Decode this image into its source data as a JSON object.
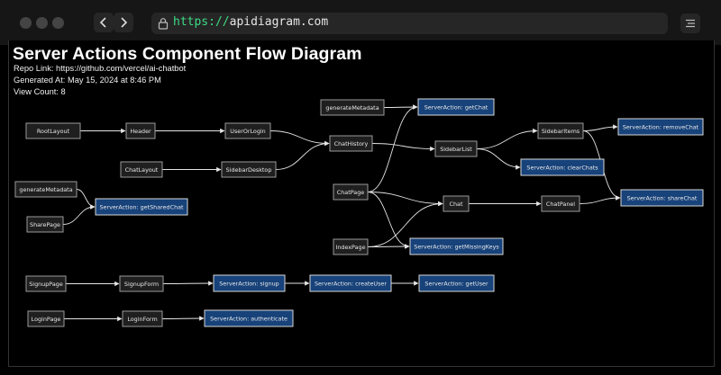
{
  "browser": {
    "url_scheme": "https://",
    "url_host": "apidiagram.com",
    "back_icon": "chevron-left-icon",
    "forward_icon": "chevron-right-icon",
    "lock_icon": "lock-icon",
    "menu_icon": "menu-icon"
  },
  "page": {
    "title": "Server Actions Component Flow Diagram",
    "repo_link": "Repo Link: https://github.com/vercel/ai-chatbot",
    "generated_at": "Generated At: May 15, 2024 at 8:46 PM",
    "view_count": "View Count: 8"
  },
  "colors": {
    "node_fill": "#1f1f1f",
    "action_fill": "#17427a",
    "edge": "#e4e4e4"
  },
  "diagram": {
    "nodes": [
      {
        "id": "rootlayout",
        "label": "RootLayout",
        "kind": "component"
      },
      {
        "id": "header",
        "label": "Header",
        "kind": "component"
      },
      {
        "id": "userorlogin",
        "label": "UserOrLogin",
        "kind": "component"
      },
      {
        "id": "chathistory",
        "label": "ChatHistory",
        "kind": "component"
      },
      {
        "id": "genmeta1",
        "label": "generateMetadata",
        "kind": "component"
      },
      {
        "id": "getchat",
        "label": "ServerAction: getChat",
        "kind": "action"
      },
      {
        "id": "sidebarlist",
        "label": "SidebarList",
        "kind": "component"
      },
      {
        "id": "sidebaritems",
        "label": "SidebarItems",
        "kind": "component"
      },
      {
        "id": "removechat",
        "label": "ServerAction: removeChat",
        "kind": "action"
      },
      {
        "id": "clearchats",
        "label": "ServerAction: clearChats",
        "kind": "action"
      },
      {
        "id": "chatlayout",
        "label": "ChatLayout",
        "kind": "component"
      },
      {
        "id": "sidebardesktop",
        "label": "SidebarDesktop",
        "kind": "component"
      },
      {
        "id": "genmeta2",
        "label": "generateMetadata",
        "kind": "component"
      },
      {
        "id": "getsharedchat",
        "label": "ServerAction: getSharedChat",
        "kind": "action"
      },
      {
        "id": "sharepage",
        "label": "SharePage",
        "kind": "component"
      },
      {
        "id": "chatpage",
        "label": "ChatPage",
        "kind": "component"
      },
      {
        "id": "chat",
        "label": "Chat",
        "kind": "component"
      },
      {
        "id": "chatpanel",
        "label": "ChatPanel",
        "kind": "component"
      },
      {
        "id": "sharechat",
        "label": "ServerAction: shareChat",
        "kind": "action"
      },
      {
        "id": "indexpage",
        "label": "IndexPage",
        "kind": "component"
      },
      {
        "id": "getmissingkeys",
        "label": "ServerAction: getMissingKeys",
        "kind": "action"
      },
      {
        "id": "signuppage",
        "label": "SignupPage",
        "kind": "component"
      },
      {
        "id": "signupform",
        "label": "SignupForm",
        "kind": "component"
      },
      {
        "id": "signup",
        "label": "ServerAction: signup",
        "kind": "action"
      },
      {
        "id": "createuser",
        "label": "ServerAction: createUser",
        "kind": "action"
      },
      {
        "id": "getuser",
        "label": "ServerAction: getUser",
        "kind": "action"
      },
      {
        "id": "loginpage",
        "label": "LoginPage",
        "kind": "component"
      },
      {
        "id": "loginform",
        "label": "LoginForm",
        "kind": "component"
      },
      {
        "id": "authenticate",
        "label": "ServerAction: authenticate",
        "kind": "action"
      }
    ],
    "edges": [
      [
        "rootlayout",
        "header"
      ],
      [
        "header",
        "userorlogin"
      ],
      [
        "userorlogin",
        "chathistory"
      ],
      [
        "chatlayout",
        "sidebardesktop"
      ],
      [
        "sidebardesktop",
        "chathistory"
      ],
      [
        "genmeta1",
        "getchat"
      ],
      [
        "chathistory",
        "sidebarlist"
      ],
      [
        "sidebarlist",
        "sidebaritems"
      ],
      [
        "sidebarlist",
        "clearchats"
      ],
      [
        "sidebaritems",
        "removechat"
      ],
      [
        "sidebaritems",
        "sharechat"
      ],
      [
        "genmeta2",
        "getsharedchat"
      ],
      [
        "sharepage",
        "getsharedchat"
      ],
      [
        "chatpage",
        "getchat"
      ],
      [
        "chatpage",
        "chat"
      ],
      [
        "chatpage",
        "getmissingkeys"
      ],
      [
        "indexpage",
        "chat"
      ],
      [
        "indexpage",
        "getmissingkeys"
      ],
      [
        "chat",
        "chatpanel"
      ],
      [
        "chatpanel",
        "sharechat"
      ],
      [
        "signuppage",
        "signupform"
      ],
      [
        "signupform",
        "signup"
      ],
      [
        "signup",
        "createuser"
      ],
      [
        "createuser",
        "getuser"
      ],
      [
        "loginpage",
        "loginform"
      ],
      [
        "loginform",
        "authenticate"
      ]
    ]
  }
}
